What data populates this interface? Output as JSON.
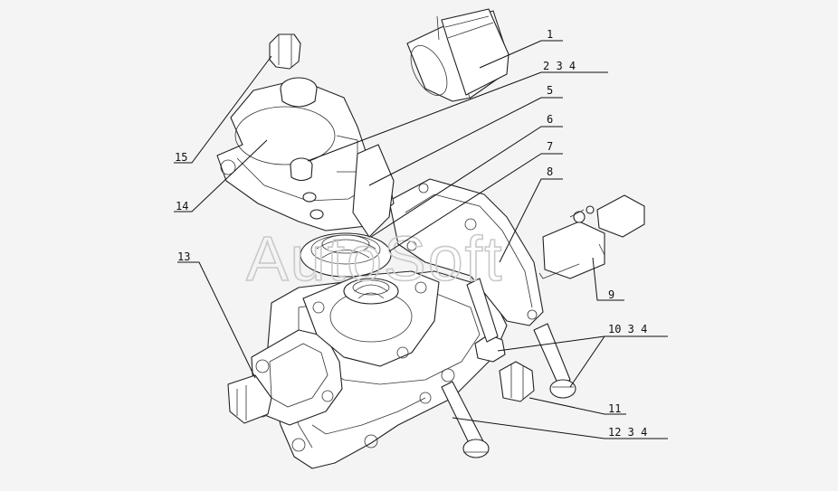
{
  "watermark": "AutoSoft",
  "callouts": [
    {
      "id": "c1",
      "text": "1"
    },
    {
      "id": "c2",
      "text": "2 3 4"
    },
    {
      "id": "c5",
      "text": "5"
    },
    {
      "id": "c6",
      "text": "6"
    },
    {
      "id": "c7",
      "text": "7"
    },
    {
      "id": "c8",
      "text": "8"
    },
    {
      "id": "c9",
      "text": "9"
    },
    {
      "id": "c10",
      "text": "10 3 4"
    },
    {
      "id": "c11",
      "text": "11"
    },
    {
      "id": "c12",
      "text": "12 3 4"
    },
    {
      "id": "c13",
      "text": "13"
    },
    {
      "id": "c14",
      "text": "14"
    },
    {
      "id": "c15",
      "text": "15"
    }
  ],
  "colors": {
    "line": "#222222",
    "background": "#f4f4f4",
    "watermark": "#c9c9c9"
  }
}
